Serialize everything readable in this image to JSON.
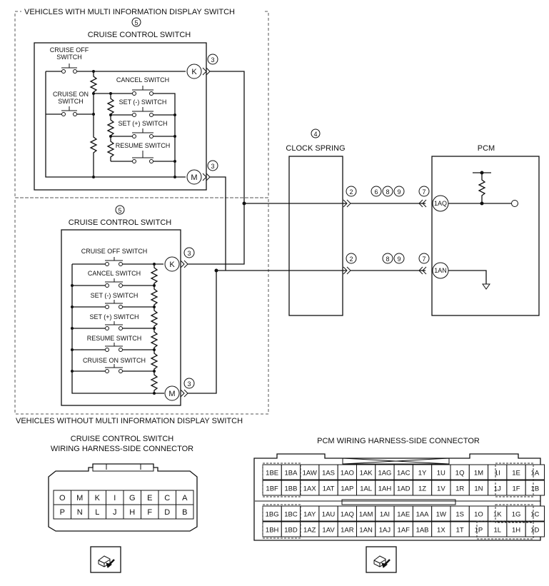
{
  "regions": {
    "with_mid": "VEHICLES WITH MULTI INFORMATION DISPLAY SWITCH",
    "without_mid": "VEHICLES WITHOUT MULTI INFORMATION DISPLAY SWITCH"
  },
  "refs": {
    "r2": "2",
    "r3": "3",
    "r4": "4",
    "r5": "5",
    "r6": "6",
    "r7": "7",
    "r8": "8",
    "r9": "9"
  },
  "switch_top": {
    "title": "CRUISE CONTROL SWITCH",
    "cruise_off": [
      "CRUISE OFF",
      "SWITCH"
    ],
    "cruise_on": [
      "CRUISE ON",
      "SWITCH"
    ],
    "cancel": "CANCEL SWITCH",
    "set_minus": "SET (-) SWITCH",
    "set_plus": "SET (+) SWITCH",
    "resume": "RESUME SWITCH",
    "term_k": "K",
    "term_m": "M"
  },
  "switch_bottom": {
    "title": "CRUISE CONTROL SWITCH",
    "cruise_off": "CRUISE OFF SWITCH",
    "cancel": "CANCEL SWITCH",
    "set_minus": "SET (-) SWITCH",
    "set_plus": "SET (+) SWITCH",
    "resume": "RESUME SWITCH",
    "cruise_on": "CRUISE ON SWITCH",
    "term_k": "K",
    "term_m": "M"
  },
  "clock_spring": {
    "label": "CLOCK SPRING"
  },
  "pcm": {
    "label": "PCM",
    "pin_1aq": "1AQ",
    "pin_1an": "1AN"
  },
  "ccs_connector": {
    "title": [
      "CRUISE CONTROL SWITCH",
      "WIRING HARNESS-SIDE CONNECTOR"
    ],
    "row1": [
      "O",
      "M",
      "K",
      "I",
      "G",
      "E",
      "C",
      "A"
    ],
    "row2": [
      "P",
      "N",
      "L",
      "J",
      "H",
      "F",
      "D",
      "B"
    ]
  },
  "pcm_connector": {
    "title": "PCM WIRING HARNESS-SIDE CONNECTOR",
    "upper_row1": [
      "1BE",
      "1BA",
      "1AW",
      "1AS",
      "1AO",
      "1AK",
      "1AG",
      "1AC",
      "1Y",
      "1U",
      "1Q",
      "1M",
      "1I",
      "1E",
      "1A"
    ],
    "upper_row2": [
      "1BF",
      "1BB",
      "1AX",
      "1AT",
      "1AP",
      "1AL",
      "1AH",
      "1AD",
      "1Z",
      "1V",
      "1R",
      "1N",
      "1J",
      "1F",
      "1B"
    ],
    "lower_row1": [
      "1BG",
      "1BC",
      "1AY",
      "1AU",
      "1AQ",
      "1AM",
      "1AI",
      "1AE",
      "1AA",
      "1W",
      "1S",
      "1O",
      "1K",
      "1G",
      "1C"
    ],
    "lower_row2": [
      "1BH",
      "1BD",
      "1AZ",
      "1AV",
      "1AR",
      "1AN",
      "1AJ",
      "1AF",
      "1AB",
      "1X",
      "1T",
      "1P",
      "1L",
      "1H",
      "1D"
    ]
  }
}
